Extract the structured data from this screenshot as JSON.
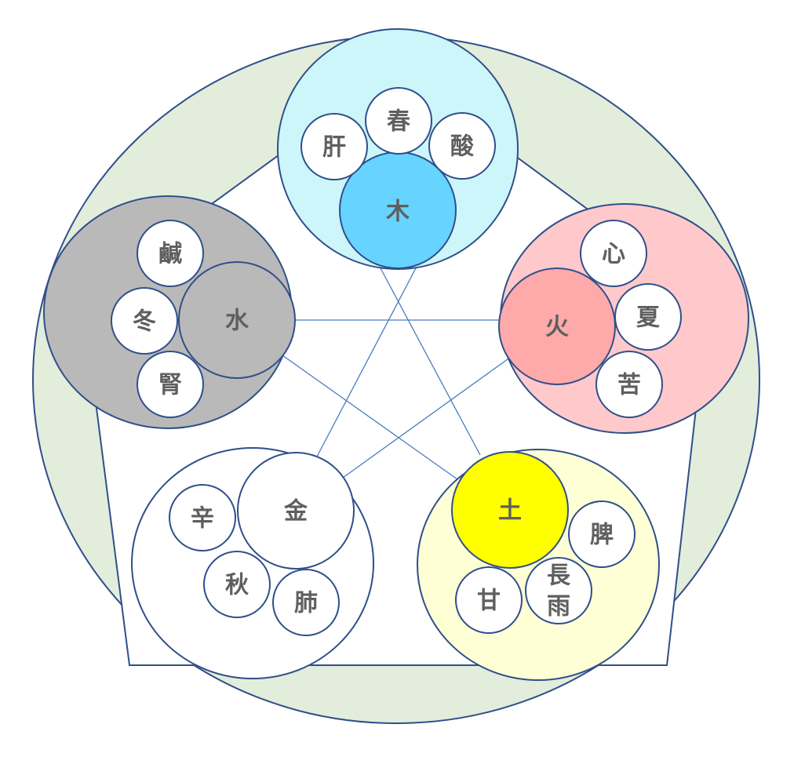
{
  "diagram": {
    "colors": {
      "outer_ring_fill": "#e2eddb",
      "pentagon_fill": "#ffffff",
      "outline": "#2f4f8a",
      "lines": "#4a7cc0",
      "small_circle_fill": "#ffffff",
      "label_text": "#5f5f5f"
    },
    "wood": {
      "element": "木",
      "organ": "肝",
      "season": "春",
      "taste": "酸",
      "group_color": "#cdf6fb",
      "core_color": "#66d4ff"
    },
    "fire": {
      "element": "火",
      "organ": "心",
      "season": "夏",
      "taste": "苦",
      "group_color": "#ffc9cc",
      "core_color": "#ffaaaa"
    },
    "earth": {
      "element": "土",
      "organ": "脾",
      "season_line1": "長",
      "season_line2": "雨",
      "taste": "甘",
      "group_color": "#ffffd6",
      "core_color": "#ffff00"
    },
    "metal": {
      "element": "金",
      "organ": "肺",
      "season": "秋",
      "taste": "辛",
      "group_color": "#ffffff",
      "core_color": "#ffffff"
    },
    "water": {
      "element": "水",
      "organ": "腎",
      "season": "冬",
      "taste": "鹹",
      "group_color": "#b9b9b9",
      "core_color": "#b9b9b9"
    }
  }
}
